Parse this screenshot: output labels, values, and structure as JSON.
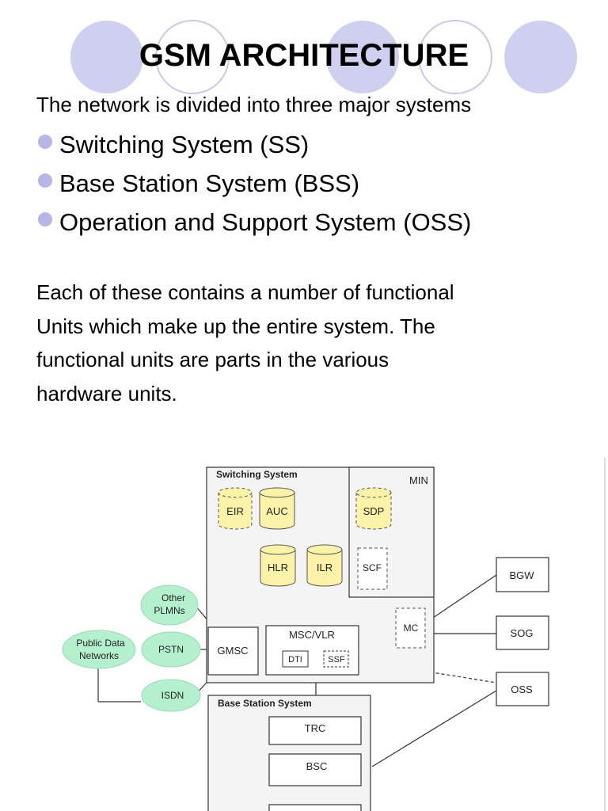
{
  "title": "GSM ARCHITECTURE",
  "intro": "The network is divided into three major systems",
  "bullets": [
    "Switching System (SS)",
    "Base Station System (BSS)",
    "Operation and Support System (OSS)"
  ],
  "body_lines": [
    "Each of these contains a number of functional",
    "Units which make up the entire system. The",
    "functional units are parts in the various",
    "hardware units."
  ],
  "colors": {
    "circle_fill": "#cfcfef",
    "circle_outline": "#c8c8e8",
    "bullet": "#b7b7e6",
    "database_fill": "#fdf3a8",
    "network_fill": "#b4f0cd",
    "box_stroke": "#333333"
  },
  "diagram": {
    "switching_system_label": "Switching System",
    "min_label": "MIN",
    "eir": "EIR",
    "auc": "AUC",
    "sdp": "SDP",
    "hlr": "HLR",
    "ilr": "ILR",
    "scf": "SCF",
    "mc": "MC",
    "gmsc": "GMSC",
    "msc_vlr": "MSC/VLR",
    "dti": "DTI",
    "ssf": "SSF",
    "other_plmns_line1": "Other",
    "other_plmns_line2": "PLMNs",
    "public_data_line1": "Public Data",
    "public_data_line2": "Networks",
    "pstn": "PSTN",
    "isdn": "ISDN",
    "bgw": "BGW",
    "sog": "SOG",
    "oss": "OSS",
    "base_station_system_label": "Base Station System",
    "trc": "TRC",
    "bsc": "BSC"
  }
}
